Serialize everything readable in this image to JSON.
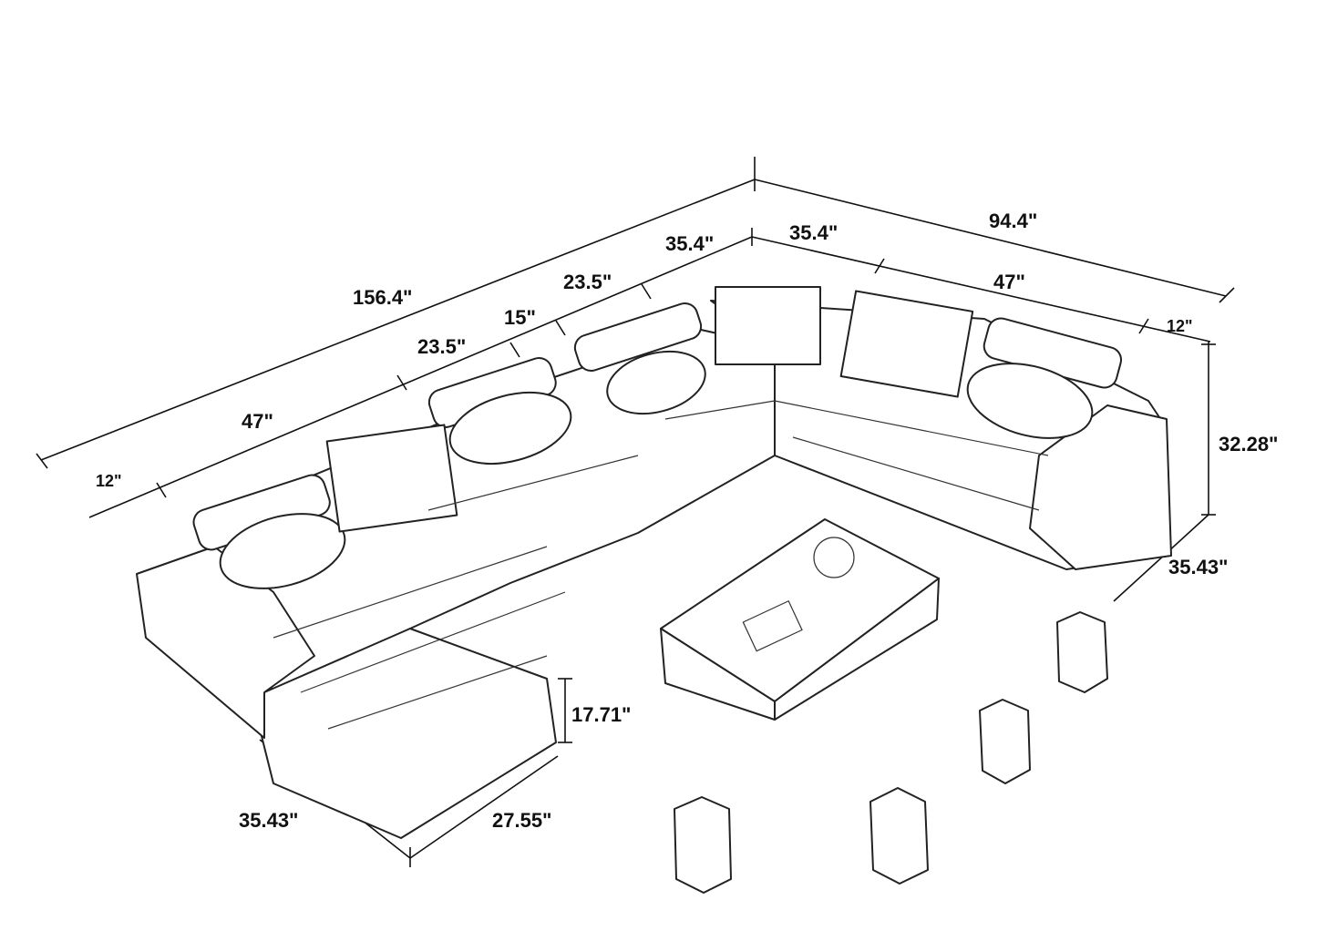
{
  "dimensions": {
    "overall_left_length": "156.4\"",
    "left_corner_depth": "35.4\"",
    "right_corner_depth": "35.4\"",
    "overall_right_length": "94.4\"",
    "left_seat_23_5_upper": "23.5\"",
    "console_width": "15\"",
    "left_seat_23_5_lower": "23.5\"",
    "left_47": "47\"",
    "left_arm_12": "12\"",
    "right_47": "47\"",
    "right_arm_12": "12\"",
    "back_height": "32.28\"",
    "right_depth": "35.43\"",
    "seat_height": "17.71\"",
    "chaise_width": "35.43\"",
    "chaise_length": "27.55\""
  }
}
